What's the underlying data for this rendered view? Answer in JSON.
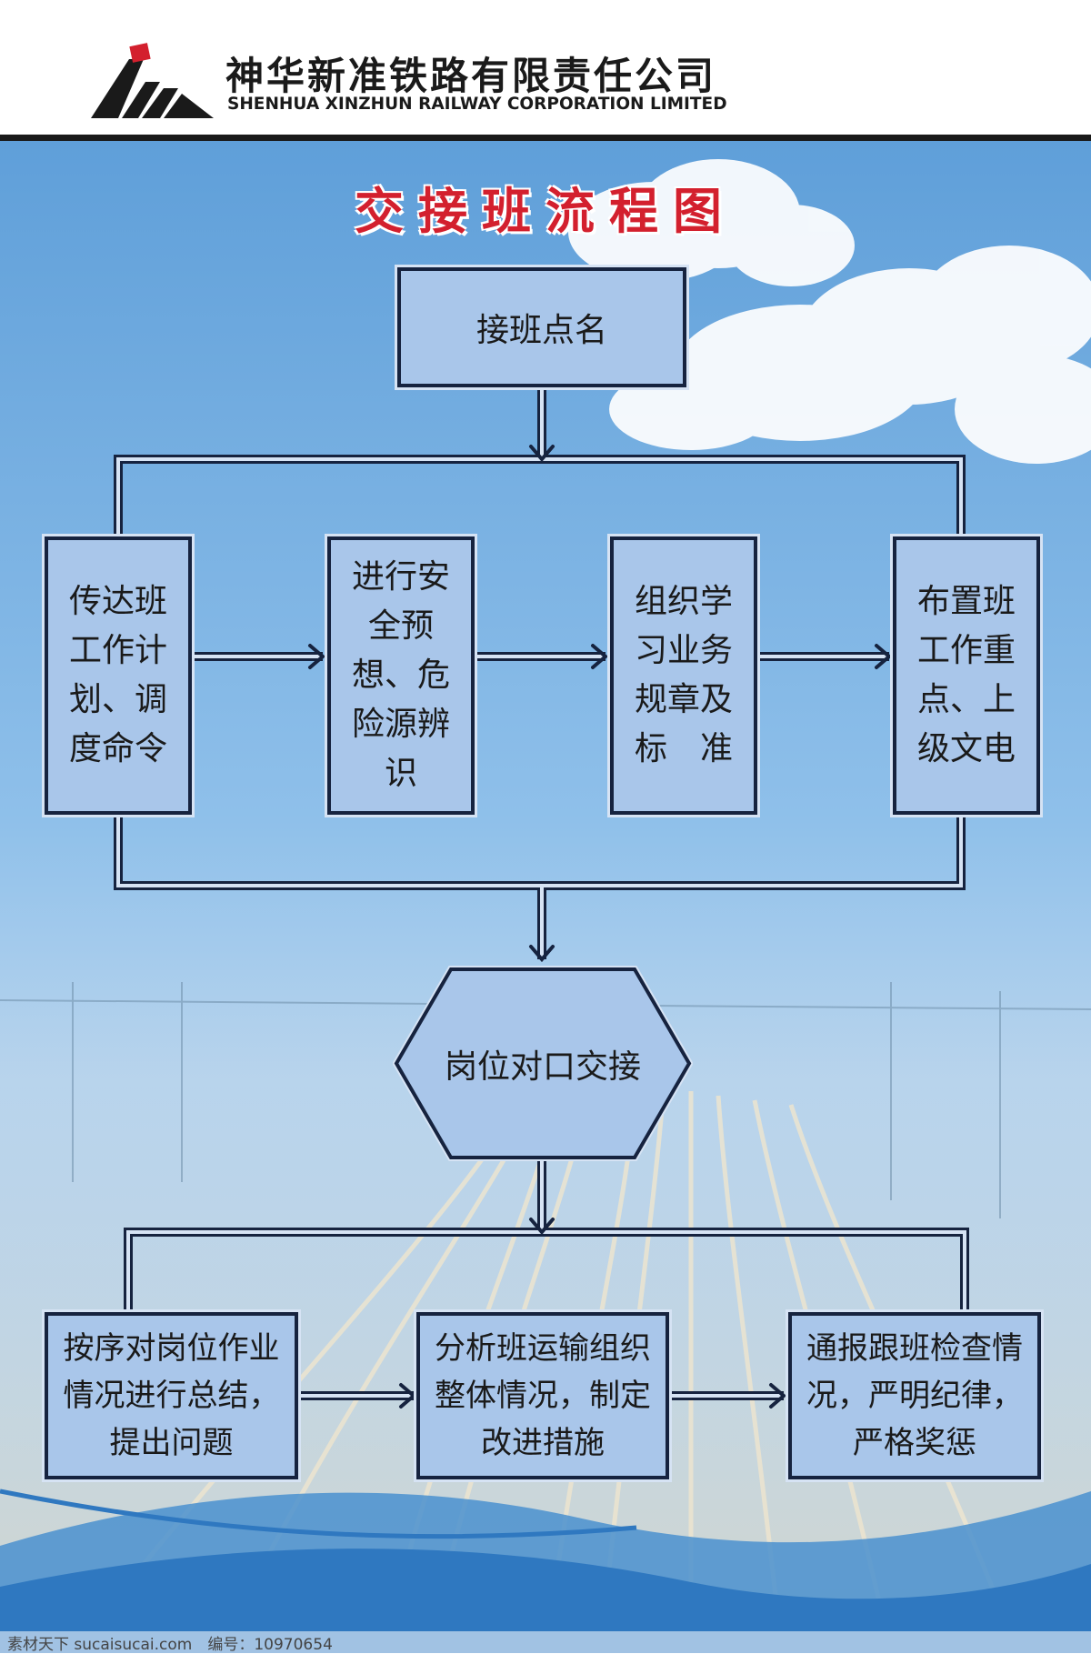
{
  "header": {
    "company_cn": "神华新准铁路有限责任公司",
    "company_en": "SHENHUA XINZHUN RAILWAY CORPORATION LIMITED"
  },
  "title": "交接班流程图",
  "nodes": {
    "start": "接班点名",
    "step1": "传达班工作计划、调度命令",
    "step2": "进行安全预想、危险源辨识",
    "step3": "组织学习业务规章及标　准",
    "step4": "布置班工作重点、上级文电",
    "handover": "岗位对口交接",
    "end1": "按序对岗位作业情况进行总结，提出问题",
    "end2": "分析班运输组织整体情况，制定改进措施",
    "end3": "通报跟班检查情况，严明纪律，严格奖惩"
  },
  "watermark": "素材天下 sucaisucai.com　编号：10970654",
  "colors": {
    "box_fill": "#a9c6ea",
    "box_border": "#16233f",
    "title": "#d3202e",
    "sky_top": "#5f9fd9",
    "sky_bottom": "#c9dff2"
  }
}
